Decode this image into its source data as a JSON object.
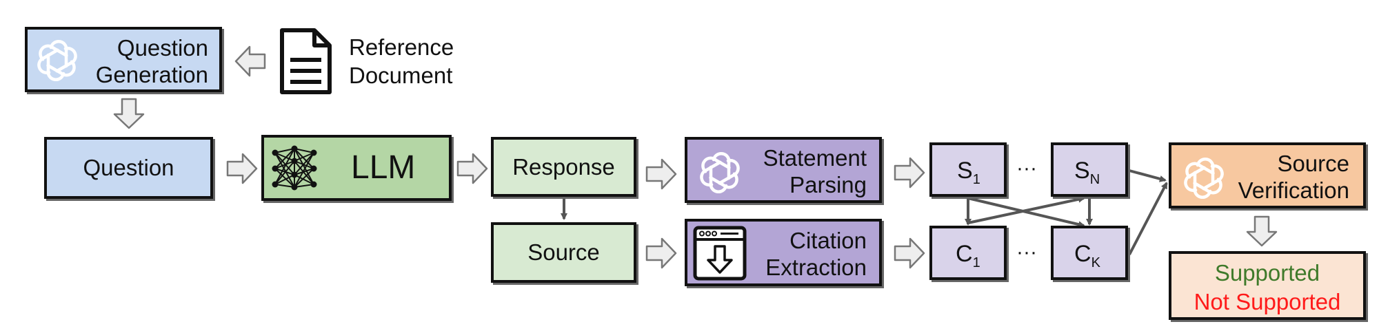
{
  "reference": {
    "line1": "Reference",
    "line2": "Document"
  },
  "question_generation": {
    "line1": "Question",
    "line2": "Generation"
  },
  "question": {
    "label": "Question"
  },
  "llm": {
    "label": "LLM"
  },
  "response": {
    "label": "Response"
  },
  "source": {
    "label": "Source"
  },
  "statement_parsing": {
    "line1": "Statement",
    "line2": "Parsing"
  },
  "citation_extraction": {
    "line1": "Citation",
    "line2": "Extraction"
  },
  "statements": {
    "first_letter": "S",
    "first_sub": "1",
    "last_letter": "S",
    "last_sub": "N",
    "ellipsis": "···"
  },
  "citations": {
    "first_letter": "C",
    "first_sub": "1",
    "last_letter": "C",
    "last_sub": "K",
    "ellipsis": "···"
  },
  "source_verification": {
    "line1": "Source",
    "line2": "Verification"
  },
  "verdict": {
    "supported": "Supported",
    "not_supported": "Not Supported",
    "supported_color": "#3f7a2a",
    "not_supported_color": "#ff1a1a"
  },
  "colors": {
    "light_blue": "#c7d9f2",
    "green": "#b4d6a5",
    "pale_green": "#d8ead2",
    "purple": "#b3a5d5",
    "light_purple": "#d9d3ea",
    "orange": "#f7c8a0",
    "light_orange": "#fbe4d3"
  },
  "icons": [
    "openai-logo-icon",
    "document-icon",
    "neural-network-icon",
    "browser-download-icon"
  ]
}
